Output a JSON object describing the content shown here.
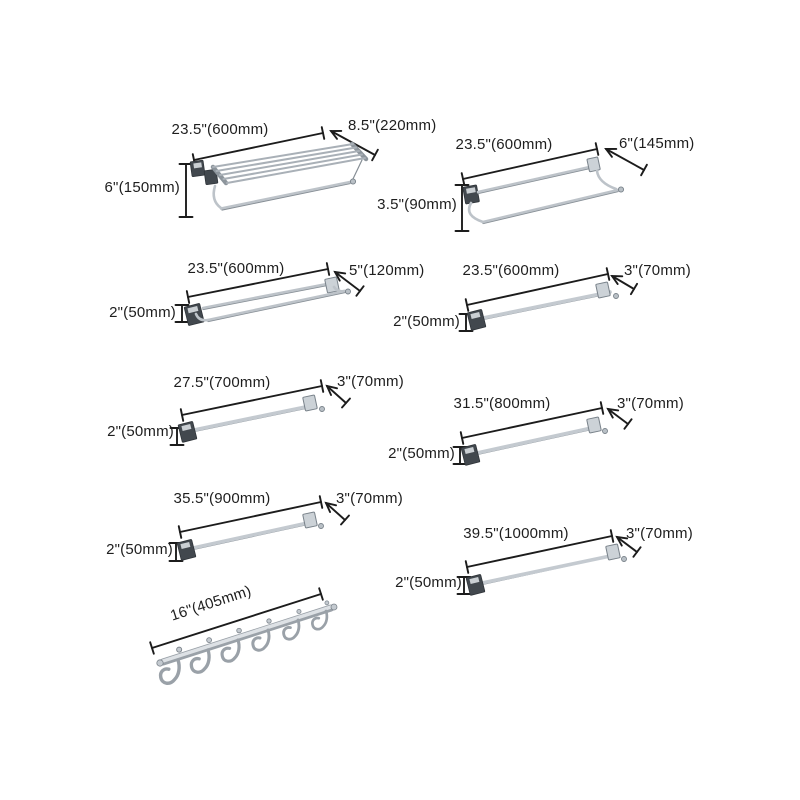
{
  "diagram": {
    "description": "Bathroom hardware dimension diagram",
    "background_color": "#ffffff",
    "line_color": "#1c1c1c",
    "chrome_color": "#c4cad0",
    "chrome_dark_color": "#42484e"
  },
  "items": [
    {
      "name": "towel-rack-with-shelf",
      "width": "23.5\"(600mm)",
      "depth": "8.5\"(220mm)",
      "height": "6\"(150mm)"
    },
    {
      "name": "double-towel-bar-600x145",
      "width": "23.5\"(600mm)",
      "depth": "6\"(145mm)",
      "height": "3.5\"(90mm)"
    },
    {
      "name": "double-towel-bar-600x120",
      "width": "23.5\"(600mm)",
      "depth": "5\"(120mm)",
      "height": "2\"(50mm)"
    },
    {
      "name": "single-towel-bar-600",
      "width": "23.5\"(600mm)",
      "depth": "3\"(70mm)",
      "height": "2\"(50mm)"
    },
    {
      "name": "single-towel-bar-700",
      "width": "27.5\"(700mm)",
      "depth": "3\"(70mm)",
      "height": "2\"(50mm)"
    },
    {
      "name": "single-towel-bar-800",
      "width": "31.5\"(800mm)",
      "depth": "3\"(70mm)",
      "height": "2\"(50mm)"
    },
    {
      "name": "single-towel-bar-900",
      "width": "35.5\"(900mm)",
      "depth": "3\"(70mm)",
      "height": "2\"(50mm)"
    },
    {
      "name": "single-towel-bar-1000",
      "width": "39.5\"(1000mm)",
      "depth": "3\"(70mm)",
      "height": "2\"(50mm)"
    },
    {
      "name": "hook-rail-405",
      "width": "16\"(405mm)"
    }
  ]
}
